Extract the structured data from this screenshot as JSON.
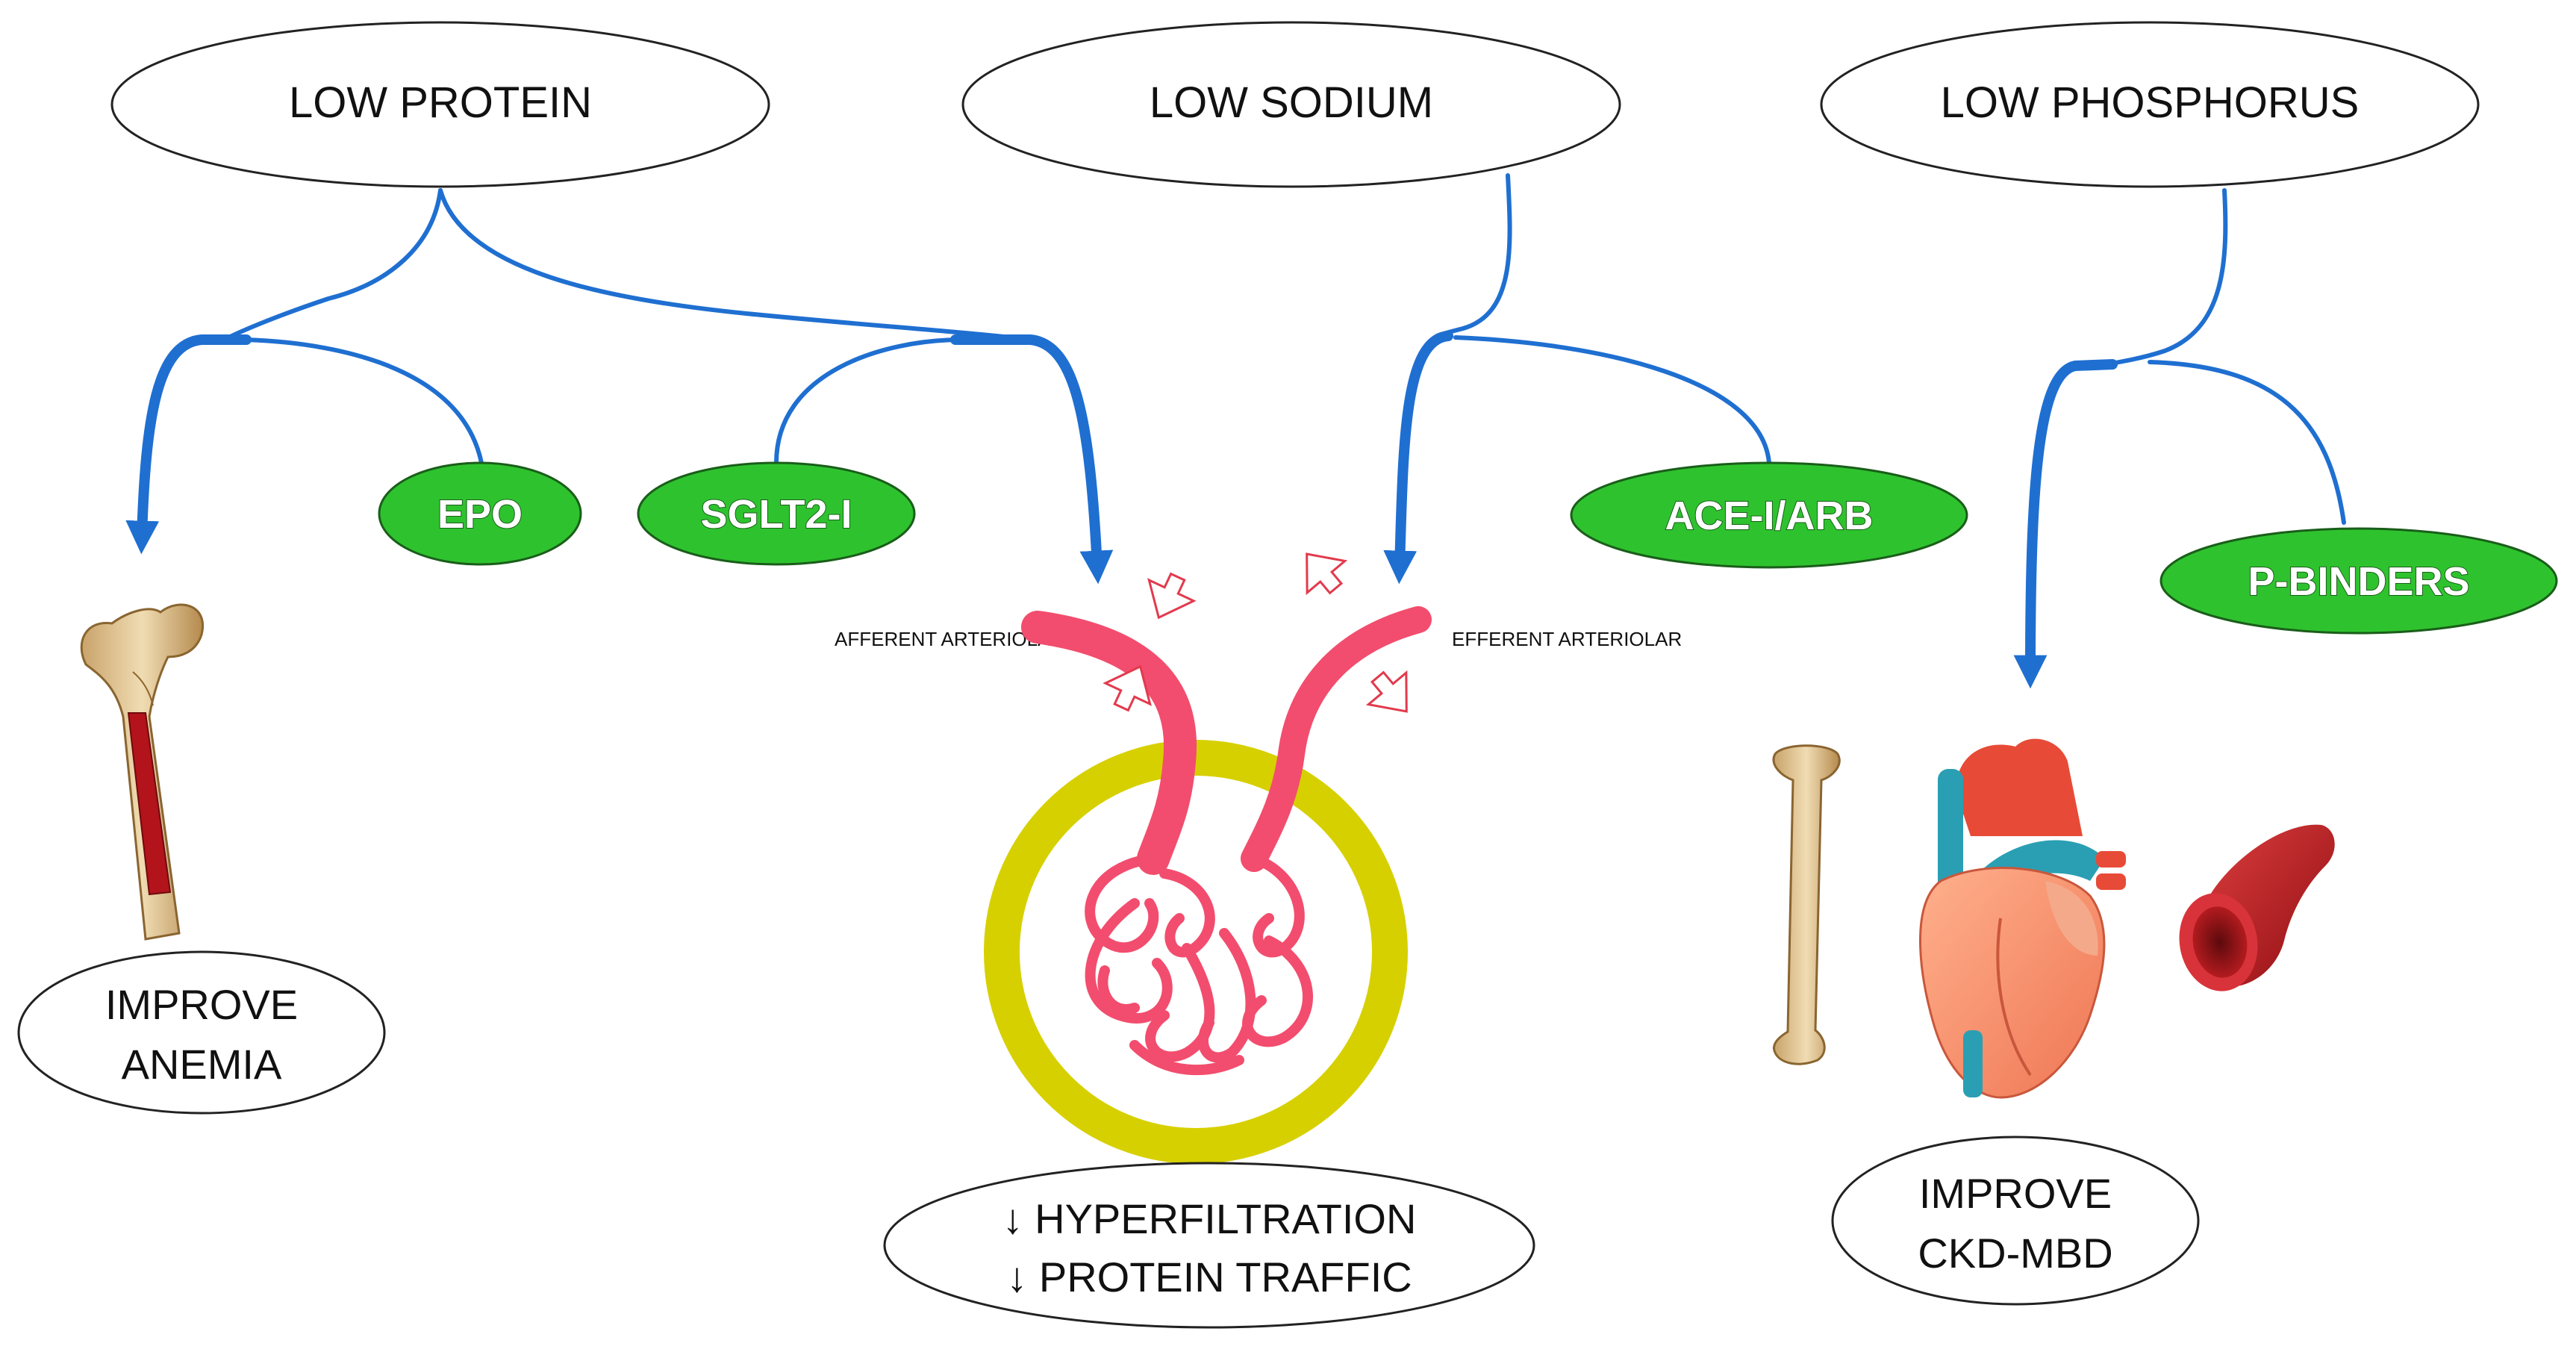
{
  "diet_nodes": {
    "protein": "LOW PROTEIN",
    "sodium": "LOW SODIUM",
    "phosphorus": "LOW PHOSPHORUS"
  },
  "drugs": {
    "epo": "EPO",
    "sglt2": "SGLT2-I",
    "acei": "ACE-I/ARB",
    "pbinders": "P-BINDERS"
  },
  "labels": {
    "afferent": "AFFERENT ARTERIOLAR",
    "efferent": "EFFERENT ARTERIOLAR"
  },
  "outcomes": {
    "anemia_line1": "IMPROVE",
    "anemia_line2": "ANEMIA",
    "kidney_line1": "↓ HYPERFILTRATION",
    "kidney_line2": "↓ PROTEIN TRAFFIC",
    "ckd_line1": "IMPROVE",
    "ckd_line2": "CKD-MBD"
  },
  "colors": {
    "arrow_blue": "#1f6fd1",
    "drug_green": "#2ec32e",
    "vessel_red": "#f24d6e",
    "bowman_yellow": "#d7d000"
  },
  "icons": [
    "femur-bone-icon",
    "kidney-glomerulus-icon",
    "tibia-bone-icon",
    "heart-icon",
    "blood-vessel-icon"
  ]
}
